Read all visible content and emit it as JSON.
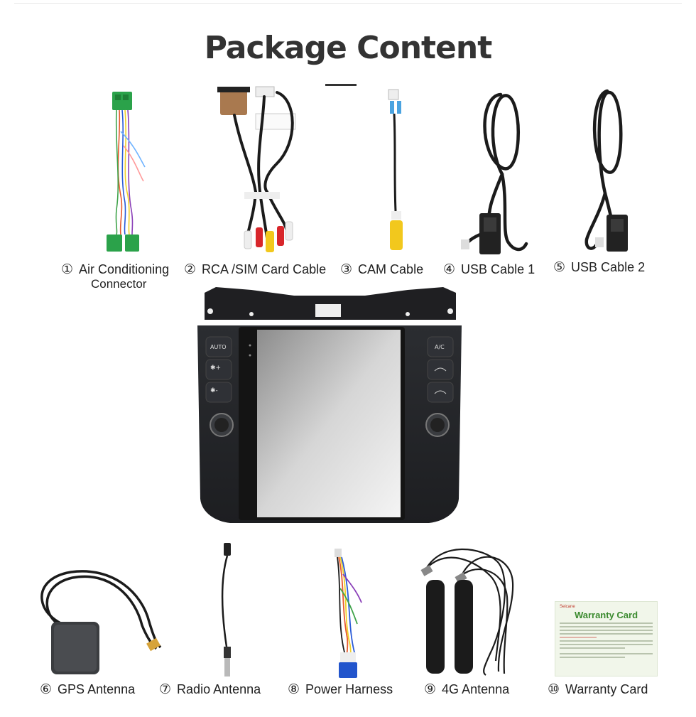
{
  "page": {
    "title": "Package Content"
  },
  "items": [
    {
      "num": "①",
      "label": "Air Conditioning",
      "label_line2": "Connector"
    },
    {
      "num": "②",
      "label": "RCA /SIM Card Cable"
    },
    {
      "num": "③",
      "label": "CAM Cable"
    },
    {
      "num": "④",
      "label": "USB Cable 1"
    },
    {
      "num": "⑤",
      "label": "USB Cable 2"
    },
    {
      "num": "⑥",
      "label": "GPS Antenna"
    },
    {
      "num": "⑦",
      "label": "Radio Antenna"
    },
    {
      "num": "⑧",
      "label": "Power Harness"
    },
    {
      "num": "⑨",
      "label": "4G Antenna"
    },
    {
      "num": "⑩",
      "label": "Warranty Card"
    }
  ],
  "head_unit": {
    "btn_auto": "AUTO",
    "btn_ac": "A/C"
  },
  "warranty_card": {
    "brand": "Seicane",
    "title": "Warranty Card"
  },
  "colors": {
    "title": "#333333",
    "connector_green": "#2ba24a",
    "rca_yellow": "#f2c81d",
    "rca_red": "#d8262b",
    "rca_white": "#eeeeee",
    "cable_black": "#1b1b1b",
    "harness_blue": "#2255cc",
    "warranty_green": "#3a8a2e"
  }
}
